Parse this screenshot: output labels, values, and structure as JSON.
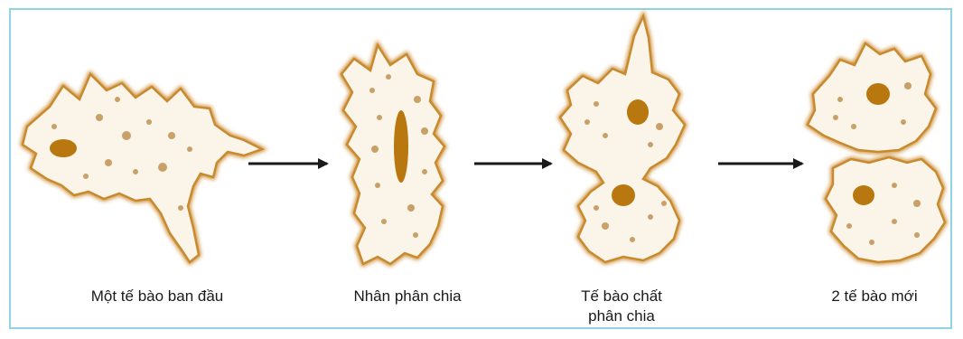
{
  "stages": [
    {
      "id": "stage-1",
      "caption_lines": [
        "Một tế bào ban đầu"
      ]
    },
    {
      "id": "stage-2",
      "caption_lines": [
        "Nhân phân chia"
      ]
    },
    {
      "id": "stage-3",
      "caption_lines": [
        "Tế bào chất",
        "phân chia"
      ]
    },
    {
      "id": "stage-4",
      "caption_lines": [
        "2 tế bào mới"
      ]
    }
  ],
  "colors": {
    "frame_border": "#8fd3e6",
    "cell_outline": "#c98a2e",
    "cell_glow": "#f0c98a",
    "cytoplasm": "#fbf4e8",
    "nucleus": "#b8770f",
    "granule": "#c9a068",
    "arrow": "#1a1a1a",
    "caption_text": "#1a1a1a"
  }
}
